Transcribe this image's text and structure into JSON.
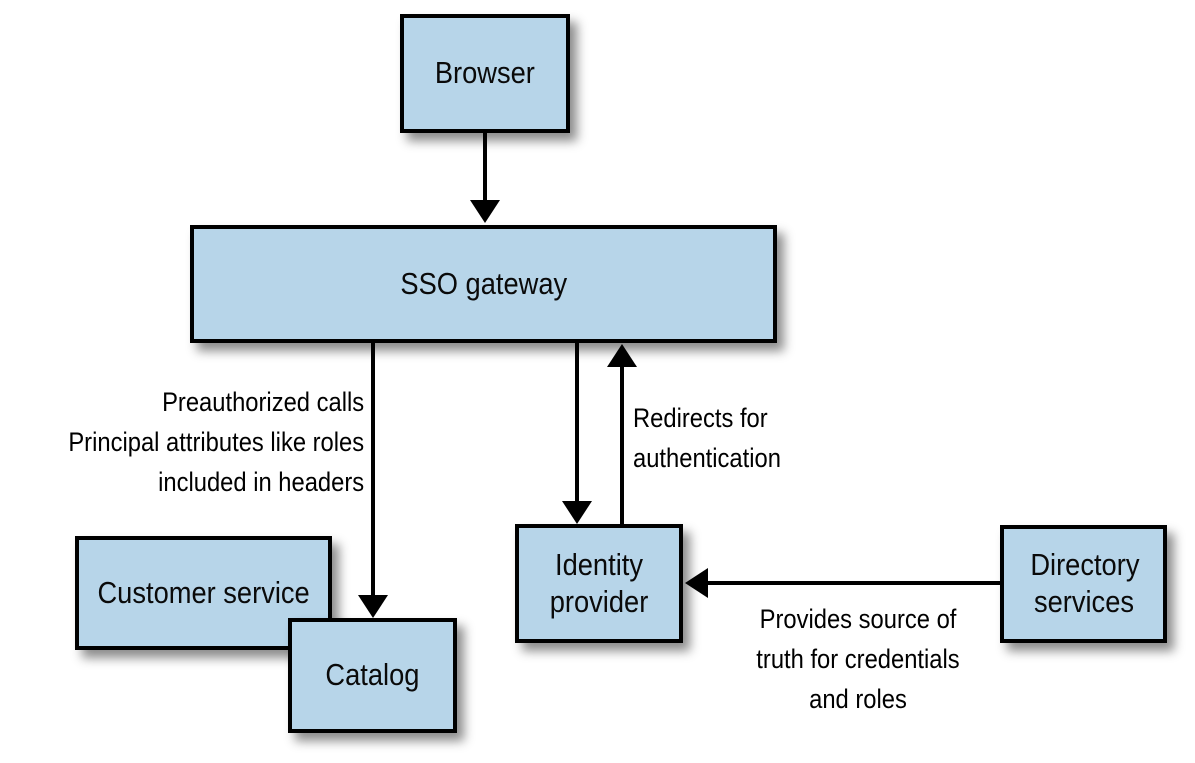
{
  "diagram": {
    "title": "SSO gateway architecture diagram",
    "colors": {
      "node_fill": "#b7d5e9",
      "node_border": "#000000",
      "arrow": "#000000",
      "background": "#ffffff"
    },
    "nodes": {
      "browser": {
        "label": "Browser"
      },
      "sso_gateway": {
        "label": "SSO gateway"
      },
      "customer_service": {
        "label": "Customer service"
      },
      "catalog": {
        "label": "Catalog"
      },
      "identity_provider": {
        "label": "Identity provider"
      },
      "directory_services": {
        "label": "Directory services"
      }
    },
    "edges": [
      {
        "from": "browser",
        "to": "sso_gateway",
        "direction": "down"
      },
      {
        "from": "sso_gateway",
        "to": "catalog",
        "direction": "down"
      },
      {
        "from": "sso_gateway",
        "to": "identity_provider",
        "direction": "down"
      },
      {
        "from": "identity_provider",
        "to": "sso_gateway",
        "direction": "up"
      },
      {
        "from": "directory_services",
        "to": "identity_provider",
        "direction": "left"
      }
    ],
    "edge_labels": {
      "preauthorized": {
        "lines": [
          "Preauthorized calls",
          "Principal attributes like roles",
          "included in headers"
        ]
      },
      "redirects": {
        "lines": [
          "Redirects for",
          "authentication"
        ]
      },
      "provides": {
        "lines": [
          "Provides source of",
          "truth for credentials",
          "and roles"
        ]
      }
    }
  }
}
